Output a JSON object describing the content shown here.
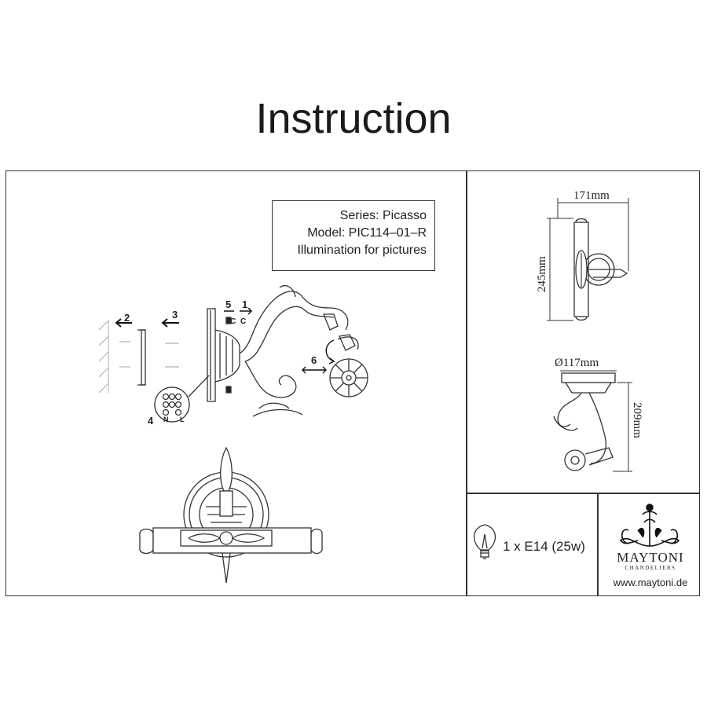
{
  "title": "Instruction",
  "info": {
    "series": "Series: Picasso",
    "model": "Model: PIC114–01–R",
    "purpose": "Illumination for pictures"
  },
  "steps": [
    "1",
    "2",
    "3",
    "4",
    "5",
    "6"
  ],
  "terminals": {
    "neutral": "N",
    "live": "L"
  },
  "bracket_marks": {
    "c1": "C",
    "c2": "C"
  },
  "dimensions": {
    "front_width": "171mm",
    "front_height": "245mm",
    "side_diameter": "Ø117mm",
    "side_depth": "209mm"
  },
  "spec": {
    "bulb": "1 x E14 (25w)"
  },
  "brand": {
    "name": "MAYTONI",
    "tagline": "CHANDELIERS",
    "url": "www.maytoni.de"
  },
  "icons": [
    "bulb-icon",
    "maytoni-logo-ornament",
    "arrow-left-icon",
    "rotate-arrow-icon"
  ],
  "colors": {
    "line": "#333333",
    "background": "#ffffff"
  }
}
